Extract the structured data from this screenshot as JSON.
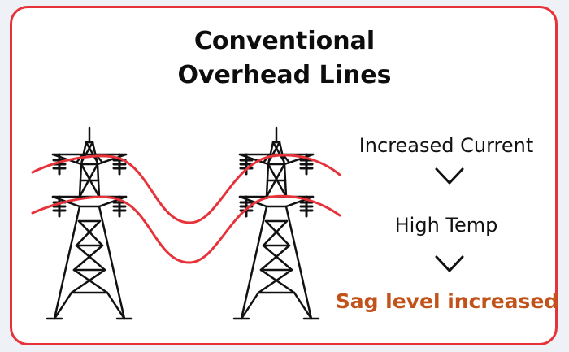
{
  "title": {
    "line1": "Conventional",
    "line2": "Overhead Lines"
  },
  "steps": [
    {
      "label": "Increased Current"
    },
    {
      "label": "High Temp"
    }
  ],
  "result": {
    "label": "Sag level increased"
  },
  "colors": {
    "border": "#e8323a",
    "wire": "#e8323a",
    "result_text": "#c0521a",
    "tower": "#111111",
    "background": "#eef2f6"
  },
  "icons": [
    "transmission-tower-icon",
    "chevron-down-icon"
  ]
}
